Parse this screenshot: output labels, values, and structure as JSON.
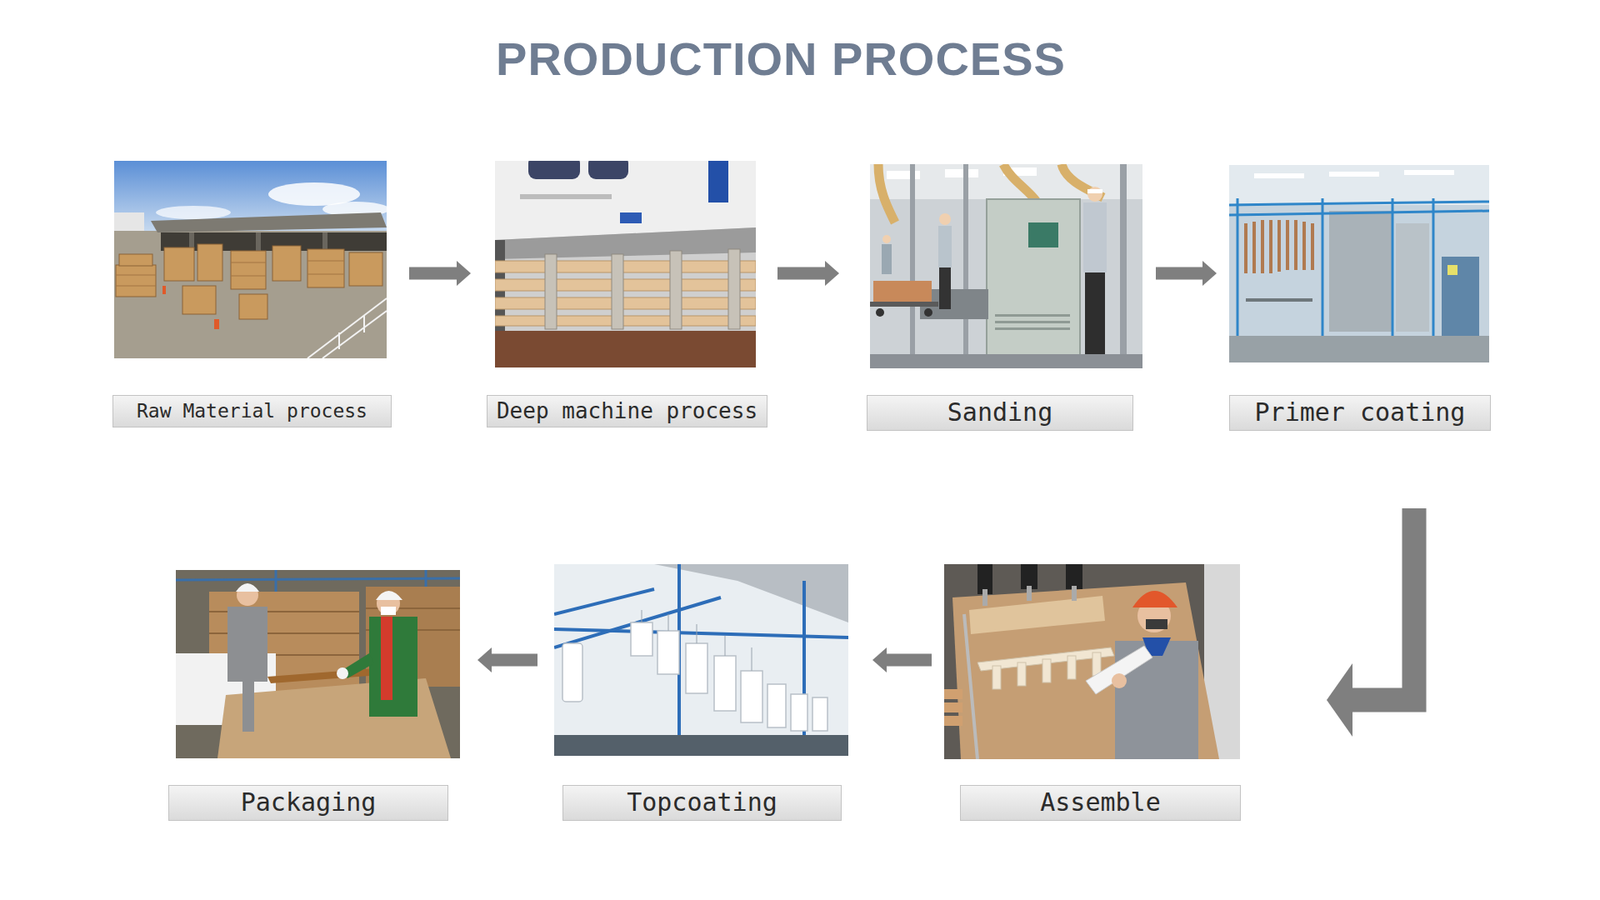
{
  "diagram": {
    "title": "PRODUCTION PROCESS",
    "nodes": [
      {
        "text": [
          "Raw Material process"
        ]
      },
      {
        "text": [
          "Deep machine process"
        ]
      },
      {
        "text": [
          "Sanding"
        ]
      },
      {
        "text": [
          "Primer coating"
        ]
      },
      {
        "text": [
          "Assemble"
        ]
      },
      {
        "text": [
          "Topcoating"
        ]
      },
      {
        "text": [
          "Packaging"
        ]
      }
    ],
    "edges": [
      {
        "from": 0,
        "to": 1,
        "arrow": "to"
      },
      {
        "from": 1,
        "to": 2,
        "arrow": "to"
      },
      {
        "from": 2,
        "to": 3,
        "arrow": "to"
      },
      {
        "from": 3,
        "to": 4,
        "arrow": "to"
      },
      {
        "from": 4,
        "to": 5,
        "arrow": "to"
      },
      {
        "from": 5,
        "to": 6,
        "arrow": "to"
      }
    ]
  }
}
